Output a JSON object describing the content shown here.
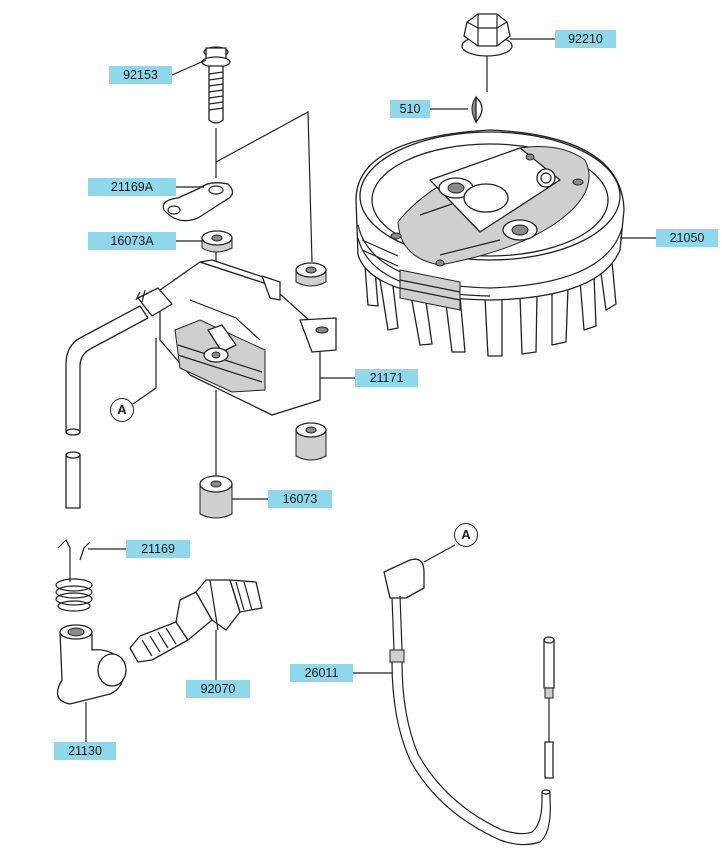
{
  "parts": [
    {
      "id": "p92153",
      "number": "92153"
    },
    {
      "id": "p21169A",
      "number": "21169A"
    },
    {
      "id": "p16073A",
      "number": "16073A"
    },
    {
      "id": "p92210",
      "number": "92210"
    },
    {
      "id": "p510",
      "number": "510"
    },
    {
      "id": "p21050",
      "number": "21050"
    },
    {
      "id": "p21171",
      "number": "21171"
    },
    {
      "id": "p16073",
      "number": "16073"
    },
    {
      "id": "p21169",
      "number": "21169"
    },
    {
      "id": "p92070",
      "number": "92070"
    },
    {
      "id": "p21130",
      "number": "21130"
    },
    {
      "id": "p26011",
      "number": "26011"
    }
  ],
  "callouts": [
    {
      "id": "ref-a-coil",
      "letter": "A"
    },
    {
      "id": "ref-a-wire",
      "letter": "A"
    }
  ],
  "colors": {
    "label_fill": "#8fd8ec",
    "line": "#222222"
  }
}
